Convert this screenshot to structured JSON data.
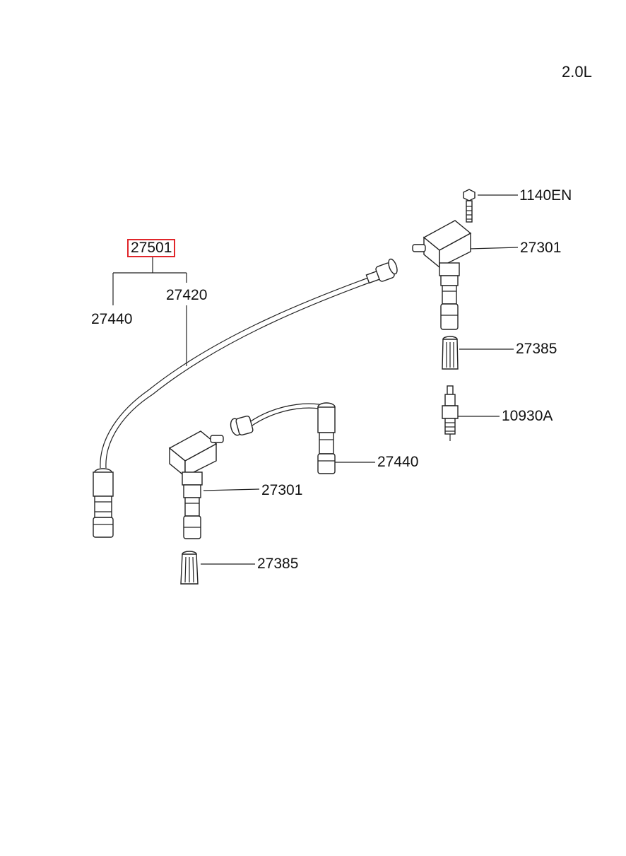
{
  "diagram": {
    "engine_label": "2.0L",
    "callouts": {
      "assembly": "27501",
      "wire_short": "27440",
      "wire_long": "27420",
      "bolt": "1140EN",
      "coil_right": "27301",
      "boot_right": "27385",
      "spark_plug": "10930A",
      "wire_center": "27440",
      "coil_left": "27301",
      "boot_left": "27385"
    },
    "highlight_color": "#e0262b",
    "parts": [
      "bolt",
      "ignition-coil",
      "ignition-coil",
      "plug-boot",
      "plug-boot",
      "spark-plug",
      "spark-plug-cable",
      "spark-plug-cable"
    ]
  }
}
